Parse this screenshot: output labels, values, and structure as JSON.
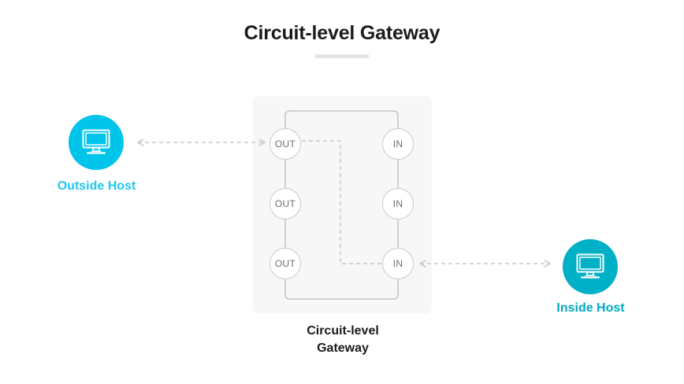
{
  "page": {
    "title": "Circuit-level Gateway",
    "background": "#ffffff"
  },
  "colors": {
    "title_text": "#1b1b1b",
    "title_rule": "#e4e4e4",
    "panel_fill": "#f7f7f7",
    "node_stroke": "#c9c9c9",
    "node_text": "#6d6d6d",
    "wire_solid": "#c4c4c4",
    "wire_dashed": "#c4c4c4",
    "arrow_dashed": "#c9c9c9",
    "outside_host_fill": "#00c4ea",
    "outside_host_label": "#1fc8ee",
    "inside_host_fill": "#00b0c6",
    "inside_host_label": "#00a9c2"
  },
  "diagram": {
    "caption_line1": "Circuit-level",
    "caption_line2": "Gateway",
    "hosts": [
      {
        "id": "outside-host",
        "label": "Outside Host",
        "icon": "monitor-icon"
      },
      {
        "id": "inside-host",
        "label": "Inside Host",
        "icon": "monitor-icon"
      }
    ],
    "nodes": [
      {
        "id": "out-1",
        "label": "OUT",
        "column": "left",
        "row": 1
      },
      {
        "id": "out-2",
        "label": "OUT",
        "column": "left",
        "row": 2
      },
      {
        "id": "out-3",
        "label": "OUT",
        "column": "left",
        "row": 3
      },
      {
        "id": "in-1",
        "label": "IN",
        "column": "right",
        "row": 1
      },
      {
        "id": "in-2",
        "label": "IN",
        "column": "right",
        "row": 2
      },
      {
        "id": "in-3",
        "label": "IN",
        "column": "right",
        "row": 3
      }
    ],
    "connections": [
      {
        "id": "outside-to-out1",
        "from": "outside-host",
        "to": "out-1",
        "style": "dashed",
        "arrows": "both"
      },
      {
        "id": "in3-to-inside",
        "from": "in-3",
        "to": "inside-host",
        "style": "dashed",
        "arrows": "both"
      },
      {
        "id": "out1-to-in3-circuit",
        "from": "out-1",
        "to": "in-3",
        "style": "dashed",
        "arrows": "none"
      },
      {
        "id": "bus-left",
        "from": "out-1",
        "to": "out-3",
        "style": "solid",
        "arrows": "none"
      },
      {
        "id": "bus-right",
        "from": "in-1",
        "to": "in-3",
        "style": "solid",
        "arrows": "none"
      },
      {
        "id": "bus-top",
        "from": "out-1",
        "to": "in-1",
        "style": "solid",
        "arrows": "none"
      },
      {
        "id": "bus-bottom",
        "from": "out-3",
        "to": "in-3",
        "style": "solid",
        "arrows": "none"
      }
    ]
  }
}
